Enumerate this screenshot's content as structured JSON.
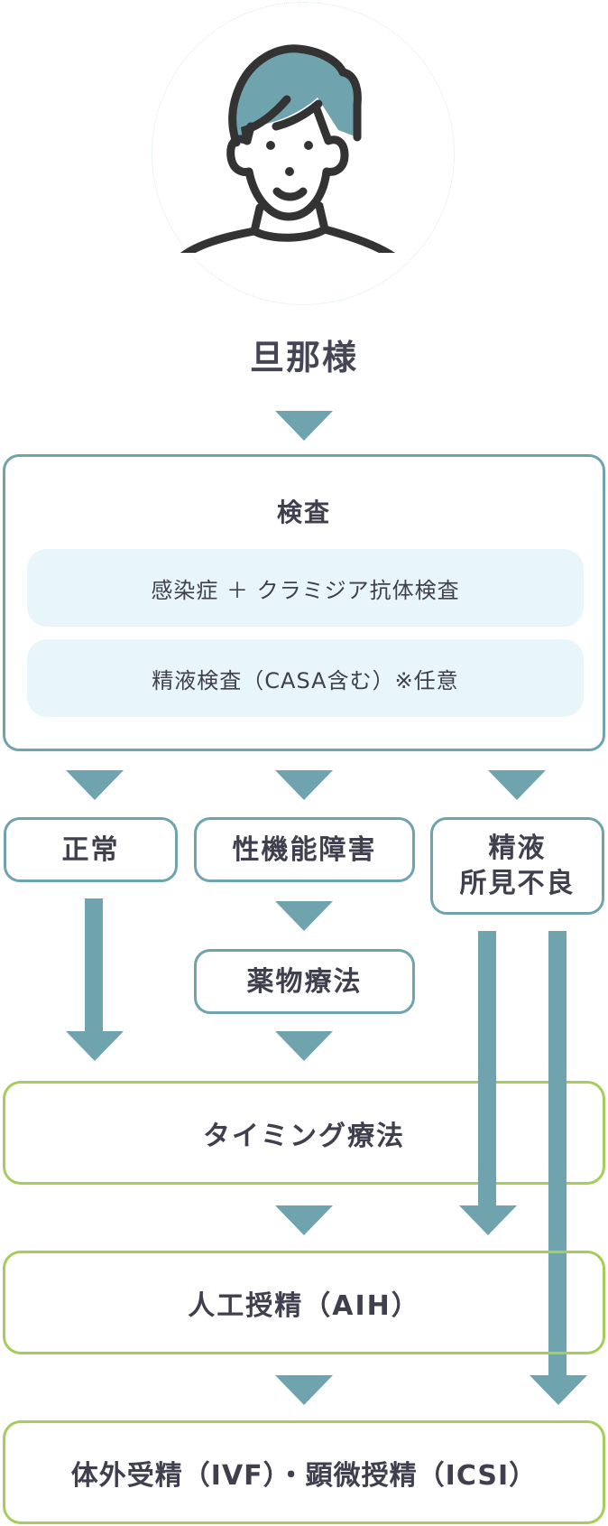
{
  "colors": {
    "arrow": "#6fa3ae",
    "primary_border": "#6fa3ae",
    "treatment_border": "#a6cc5c",
    "pill_bg": "#e8f6fb",
    "text": "#3f3f4e",
    "hair": "#6fa3ae"
  },
  "avatar": {
    "icon": "husband-avatar-icon"
  },
  "title": "旦那様",
  "exam": {
    "heading": "検査",
    "items": [
      "感染症 ＋ クラミジア抗体検査",
      "精液検査（CASA含む）※任意"
    ]
  },
  "results": {
    "normal": "正常",
    "dysfunction": "性機能障害",
    "semen_line1": "精液",
    "semen_line2": "所見不良"
  },
  "medication": "薬物療法",
  "treatments": {
    "timing": "タイミング療法",
    "aih": "人工授精（AIH）",
    "ivf": "体外受精（IVF）・顕微授精（ICSI）"
  }
}
